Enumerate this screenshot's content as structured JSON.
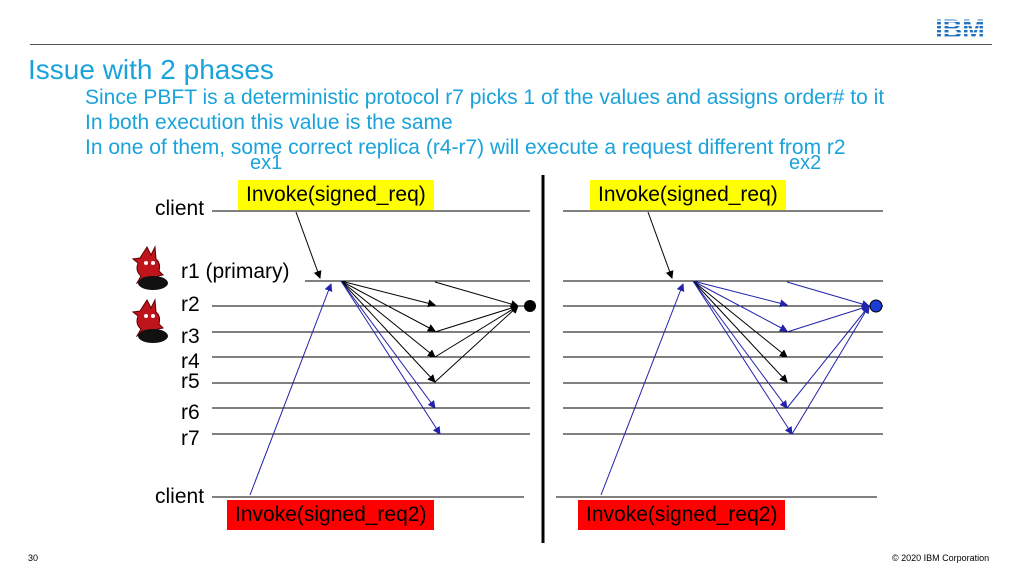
{
  "title": "Issue with 2 phases",
  "bullets": [
    "Since PBFT is a deterministic protocol r7 picks 1 of the values and assigns order# to it",
    "In both execution this value is the same",
    "In one of them, some correct  replica (r4-r7) will execute a request different from r2"
  ],
  "logo_text": "IBM",
  "executions": [
    {
      "label": "ex1",
      "invoke_top": "Invoke(signed_req)",
      "invoke_bottom": "Invoke(signed_req2)",
      "end_color": "#000000"
    },
    {
      "label": "ex2",
      "invoke_top": "Invoke(signed_req)",
      "invoke_bottom": "Invoke(signed_req2)",
      "end_color": "#1a3cd4"
    }
  ],
  "row_labels": {
    "client_top": "client",
    "r1": "r1 (primary)",
    "r2": "r2",
    "r3": "r3",
    "r4": "r4",
    "r5": "r5",
    "r6": "r6",
    "r7": "r7",
    "client_bottom": "client"
  },
  "colors": {
    "accent": "#1aa3db",
    "yellow": "#ffff00",
    "red": "#ff0000",
    "blue_arrow": "#2222aa",
    "devil": "#c0141c"
  },
  "footer": {
    "page": "30",
    "copyright": "© 2020 IBM Corporation"
  }
}
